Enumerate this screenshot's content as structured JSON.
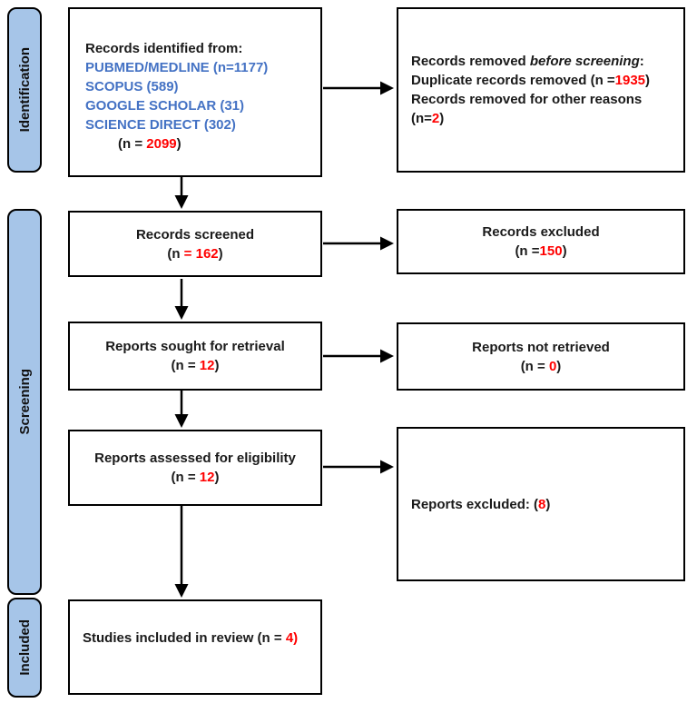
{
  "colors": {
    "red": "#ff0000",
    "blue": "#4472c4",
    "sidebar_fill": "#a6c5e8",
    "border": "#000000"
  },
  "sidebars": {
    "identification": {
      "label": "Identification"
    },
    "screening": {
      "label": "Screening"
    },
    "included": {
      "label": "Included"
    }
  },
  "boxes": {
    "records_identified": {
      "lines": [
        {
          "segments": [
            {
              "text": "Records identified from:"
            }
          ]
        },
        {
          "segments": [
            {
              "text": "PUBMED/MEDLINE (n=1177)",
              "color": "blue"
            }
          ]
        },
        {
          "segments": [
            {
              "text": "SCOPUS (589)",
              "color": "blue"
            }
          ]
        },
        {
          "segments": [
            {
              "text": "GOOGLE SCHOLAR (31)",
              "color": "blue"
            }
          ]
        },
        {
          "segments": [
            {
              "text": "SCIENCE DIRECT (302)",
              "color": "blue"
            }
          ]
        },
        {
          "indent": true,
          "segments": [
            {
              "text": "(n = "
            },
            {
              "text": "2099",
              "color": "red"
            },
            {
              "text": ")"
            }
          ]
        }
      ]
    },
    "records_removed": {
      "lines": [
        {
          "segments": [
            {
              "text": "Records removed "
            },
            {
              "text": "before screening",
              "italic": true
            },
            {
              "text": ":"
            }
          ]
        },
        {
          "segments": [
            {
              "text": "Duplicate records removed (n ="
            },
            {
              "text": "1935",
              "color": "red"
            },
            {
              "text": ")"
            }
          ]
        },
        {
          "segments": [
            {
              "text": "Records removed for other reasons"
            }
          ]
        },
        {
          "segments": [
            {
              "text": "(n="
            },
            {
              "text": "2",
              "color": "red"
            },
            {
              "text": ")"
            }
          ]
        }
      ]
    },
    "records_screened": {
      "lines": [
        {
          "segments": [
            {
              "text": "Records screened"
            }
          ]
        },
        {
          "segments": [
            {
              "text": "(n "
            },
            {
              "text": "= 162",
              "color": "red"
            },
            {
              "text": ")"
            }
          ]
        }
      ]
    },
    "records_excluded": {
      "lines": [
        {
          "segments": [
            {
              "text": "Records excluded"
            }
          ]
        },
        {
          "segments": [
            {
              "text": "(n ="
            },
            {
              "text": "150",
              "color": "red"
            },
            {
              "text": ")"
            }
          ]
        }
      ]
    },
    "reports_sought": {
      "lines": [
        {
          "segments": [
            {
              "text": "Reports sought for retrieval"
            }
          ]
        },
        {
          "segments": [
            {
              "text": "(n = "
            },
            {
              "text": "12",
              "color": "red"
            },
            {
              "text": ")"
            }
          ]
        }
      ]
    },
    "reports_not_retrieved": {
      "lines": [
        {
          "segments": [
            {
              "text": "Reports not retrieved"
            }
          ]
        },
        {
          "segments": [
            {
              "text": "(n = "
            },
            {
              "text": "0",
              "color": "red"
            },
            {
              "text": ")"
            }
          ]
        }
      ]
    },
    "reports_assessed": {
      "lines": [
        {
          "segments": [
            {
              "text": "Reports assessed for eligibility"
            }
          ]
        },
        {
          "segments": [
            {
              "text": "(n = "
            },
            {
              "text": "12",
              "color": "red"
            },
            {
              "text": ")"
            }
          ]
        }
      ]
    },
    "reports_excluded": {
      "lines": [
        {
          "segments": [
            {
              "text": "Reports excluded: ("
            },
            {
              "text": "8",
              "color": "red"
            },
            {
              "text": ")"
            }
          ]
        }
      ]
    },
    "studies_included": {
      "lines": [
        {
          "segments": [
            {
              "text": "Studies included in review (n = "
            },
            {
              "text": "4)",
              "color": "red"
            }
          ]
        }
      ]
    }
  }
}
